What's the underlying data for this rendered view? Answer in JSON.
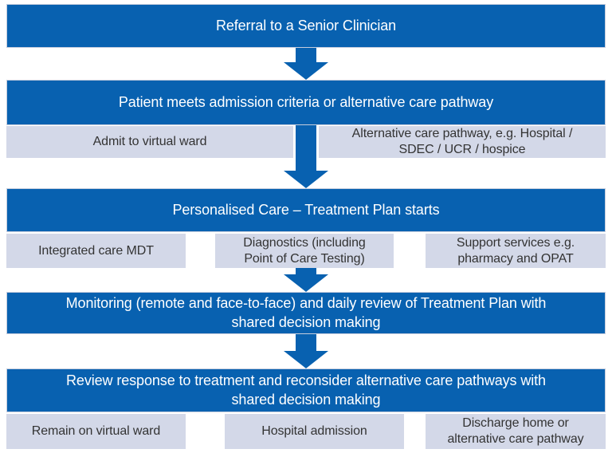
{
  "colors": {
    "bar_blue": "#0861B0",
    "option_box_fill": "#D3D8E8",
    "bar_text": "#FFFFFF",
    "box_text": "#333333",
    "background": "#FFFFFF"
  },
  "flow": {
    "step1": {
      "label": "Referral to a Senior Clinician"
    },
    "step2": {
      "label": "Patient meets admission criteria or alternative care pathway",
      "options": [
        {
          "label": "Admit to virtual ward"
        },
        {
          "label": "Alternative care pathway, e.g. Hospital /\nSDEC / UCR / hospice"
        }
      ]
    },
    "step3": {
      "label": "Personalised Care – Treatment Plan starts",
      "options": [
        {
          "label": "Integrated care MDT"
        },
        {
          "label": "Diagnostics (including\nPoint of Care Testing)"
        },
        {
          "label": "Support services e.g.\npharmacy and OPAT"
        }
      ]
    },
    "step4": {
      "label": "Monitoring (remote and face-to-face) and daily review of Treatment Plan with\nshared decision making"
    },
    "step5": {
      "label": "Review response to treatment and reconsider alternative care pathways with\nshared decision making",
      "options": [
        {
          "label": "Remain on virtual ward"
        },
        {
          "label": "Hospital admission"
        },
        {
          "label": "Discharge home or\nalternative care pathway"
        }
      ]
    }
  }
}
